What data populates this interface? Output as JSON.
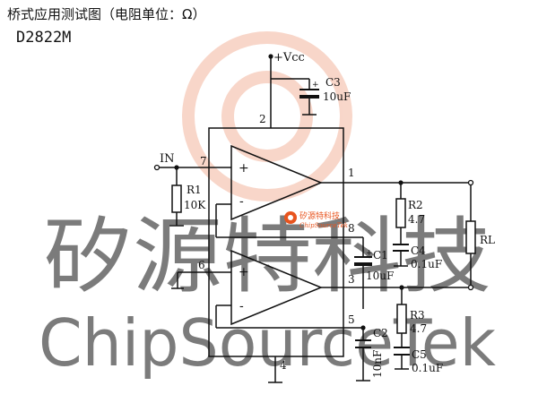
{
  "header": {
    "title": "桥式应用测试图（电阻单位：Ω）",
    "model": "D2822M"
  },
  "watermark": {
    "cn_text": "矽源特科技",
    "en_text": "ChipSourceTek",
    "color": "#f6c9b8"
  },
  "logo": {
    "cn_text": "矽源特科技",
    "en_text": "ChipSourceTek",
    "color": "#e8541e"
  },
  "supply": {
    "label": "+Vcc"
  },
  "input": {
    "label": "IN"
  },
  "pins": {
    "p1": "1",
    "p2": "2",
    "p3": "3",
    "p4": "4",
    "p5": "5",
    "p6": "6",
    "p7": "7",
    "p8": "8"
  },
  "amp_marks": {
    "plus": "+",
    "minus": "-"
  },
  "components": {
    "c3": {
      "name": "C3",
      "value": "10uF"
    },
    "r1": {
      "name": "R1",
      "value": "10K"
    },
    "c1": {
      "name": "C1",
      "value": "10uF"
    },
    "c2": {
      "name": "C2",
      "value": "10nF"
    },
    "r2": {
      "name": "R2",
      "value": "4.7"
    },
    "c4": {
      "name": "C4",
      "value": "0.1uF"
    },
    "r3": {
      "name": "R3",
      "value": "4.7"
    },
    "c5": {
      "name": "C5",
      "value": "0.1uF"
    },
    "rl": {
      "name": "RL"
    }
  }
}
